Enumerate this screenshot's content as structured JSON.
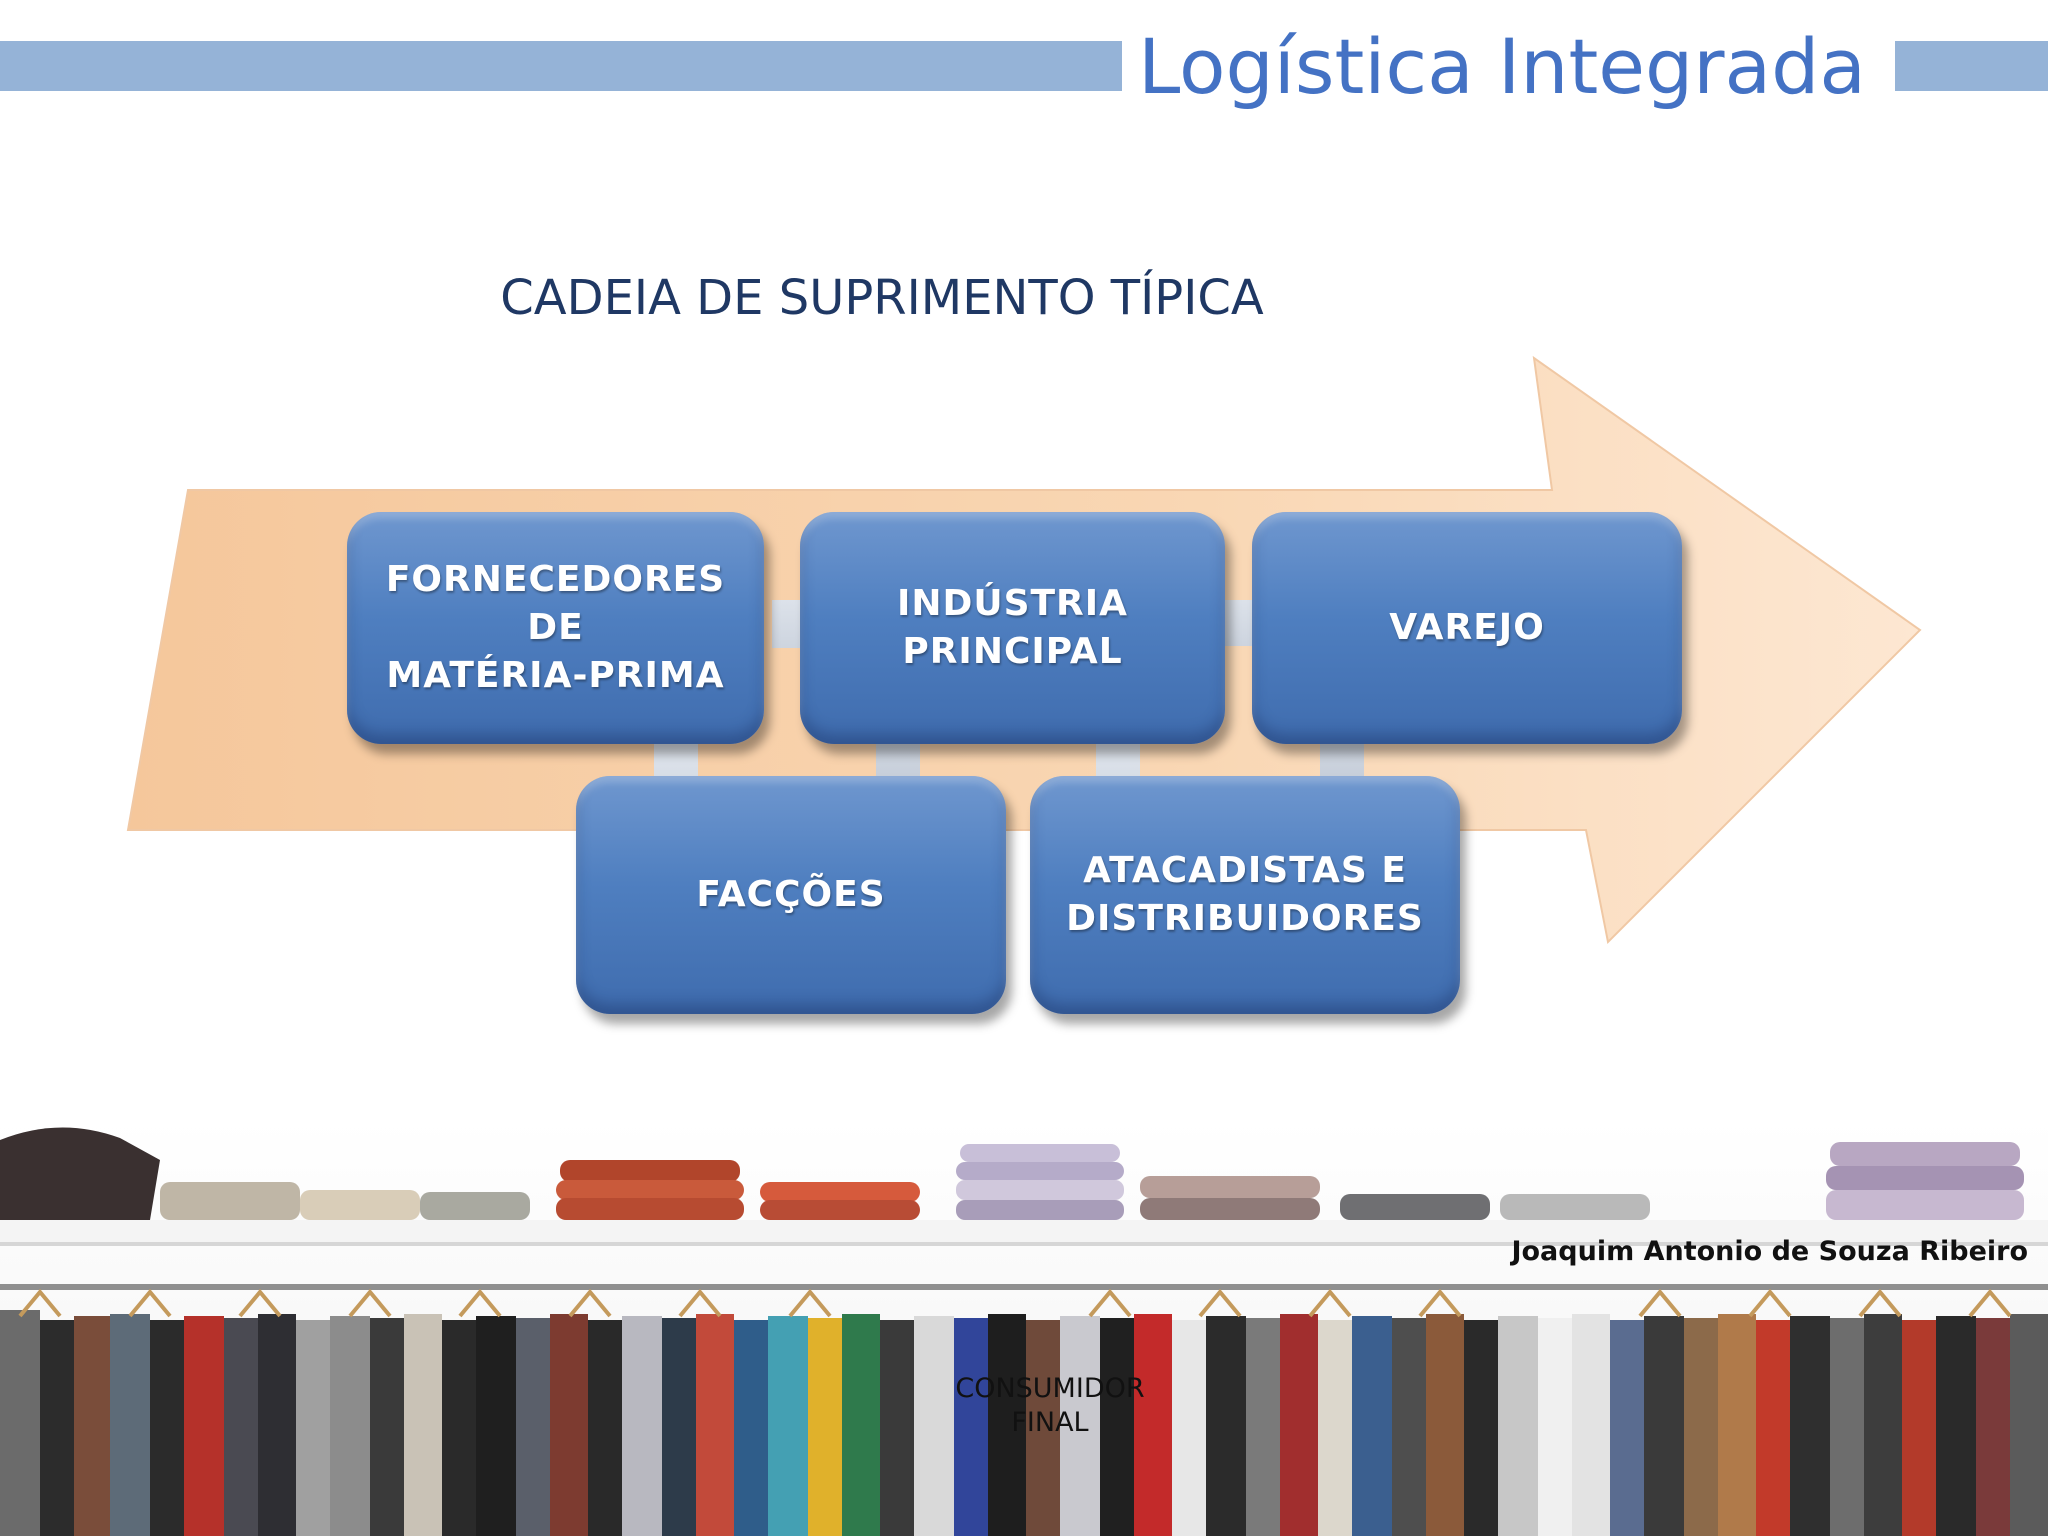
{
  "header": {
    "title": "Logística Integrada"
  },
  "subtitle": "CADEIA DE SUPRIMENTO TÍPICA",
  "diagram": {
    "nodes": {
      "fornecedores": [
        "FORNECEDORES",
        "DE",
        "MATÉRIA-PRIMA"
      ],
      "industria": [
        "INDÚSTRIA",
        "PRINCIPAL"
      ],
      "varejo": [
        "VAREJO"
      ],
      "faccoes": [
        "FACÇÕES"
      ],
      "atacadistas": [
        "ATACADISTAS E",
        "DISTRIBUIDORES"
      ]
    },
    "colors": {
      "box": "#4f81bd",
      "big_arrow": "#f8cfa6",
      "small_arrow": "#d6dce5"
    }
  },
  "footer": {
    "credit": "Joaquim Antonio de Souza Ribeiro",
    "consumer_line1": "CONSUMIDOR",
    "consumer_line2": "FINAL"
  }
}
